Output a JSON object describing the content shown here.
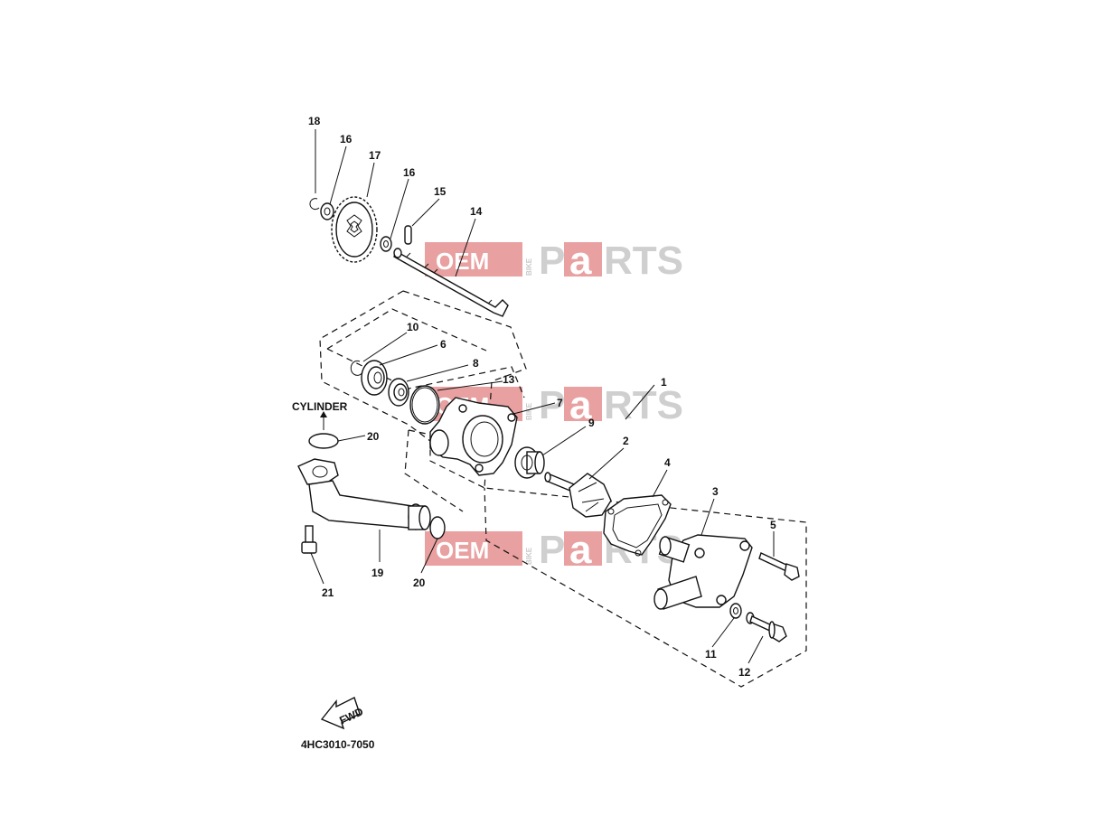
{
  "diagram": {
    "code": "4HC3010-7050",
    "cylinder_label": "CYLINDER",
    "fwd_label": "FWD",
    "callouts": {
      "p1": "1",
      "p2": "2",
      "p3": "3",
      "p4": "4",
      "p5": "5",
      "p6": "6",
      "p7": "7",
      "p8": "8",
      "p9": "9",
      "p10": "10",
      "p11": "11",
      "p12": "12",
      "p13": "13",
      "p14": "14",
      "p15": "15",
      "p16a": "16",
      "p16b": "16",
      "p17": "17",
      "p18": "18",
      "p19": "19",
      "p20a": "20",
      "p20b": "20",
      "p21": "21"
    }
  },
  "watermark": {
    "oem": "OEM",
    "bike": "BIKE",
    "p": "P",
    "a": "a",
    "rts": "RTS",
    "colors": {
      "red": "#e8a0a0",
      "gray": "#cfcfcf"
    }
  }
}
